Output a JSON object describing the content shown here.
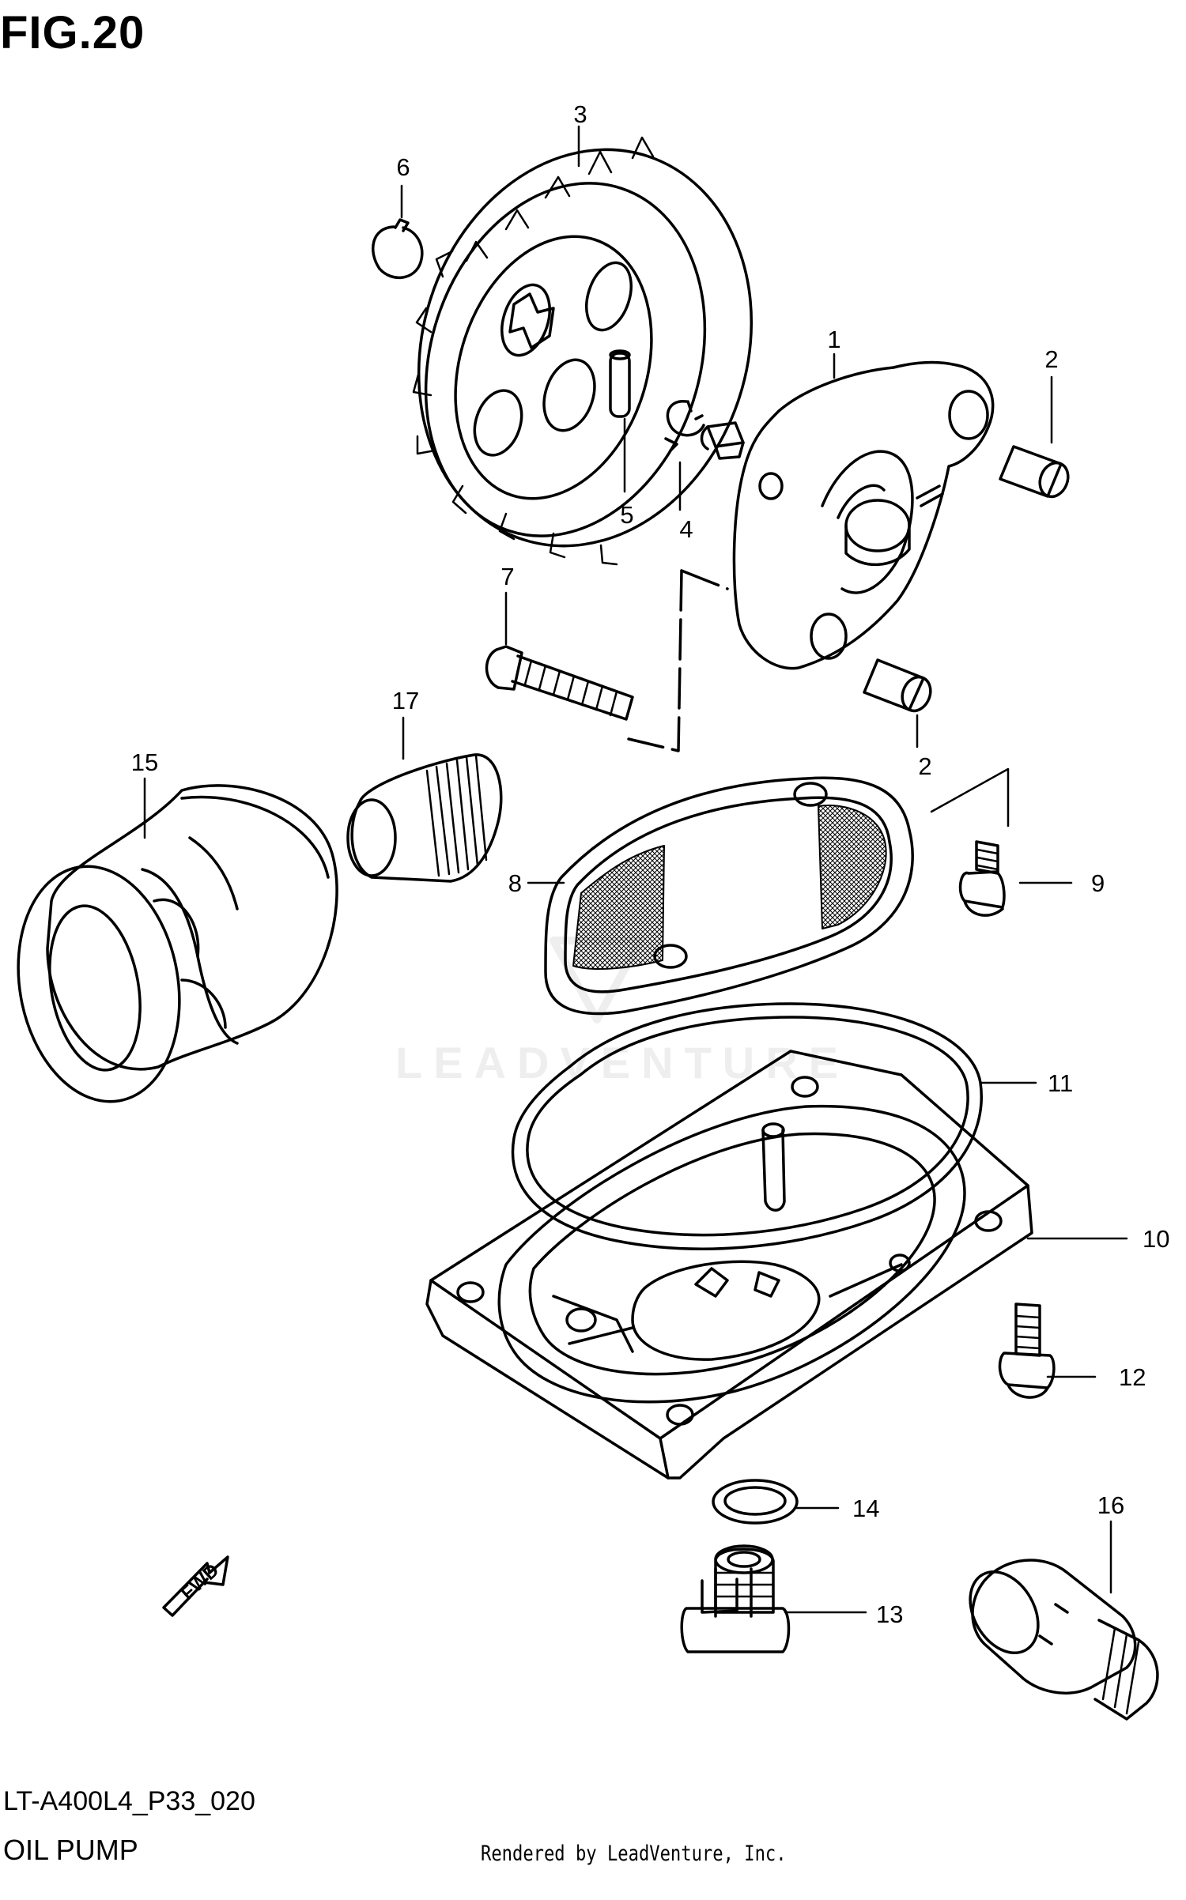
{
  "figure": {
    "title": "FIG.20",
    "model_code": "LT-A400L4_P33_020",
    "section": "OIL PUMP"
  },
  "footer": {
    "credit": "Rendered by LeadVenture, Inc."
  },
  "watermark": {
    "text": "LEADVENTURE"
  },
  "fwd_label": "FWD",
  "callouts": [
    {
      "id": "c1",
      "label": "1"
    },
    {
      "id": "c2a",
      "label": "2"
    },
    {
      "id": "c2b",
      "label": "2"
    },
    {
      "id": "c3",
      "label": "3"
    },
    {
      "id": "c4",
      "label": "4"
    },
    {
      "id": "c5",
      "label": "5"
    },
    {
      "id": "c6",
      "label": "6"
    },
    {
      "id": "c7",
      "label": "7"
    },
    {
      "id": "c8",
      "label": "8"
    },
    {
      "id": "c9",
      "label": "9"
    },
    {
      "id": "c10",
      "label": "10"
    },
    {
      "id": "c11",
      "label": "11"
    },
    {
      "id": "c12",
      "label": "12"
    },
    {
      "id": "c13",
      "label": "13"
    },
    {
      "id": "c14",
      "label": "14"
    },
    {
      "id": "c15",
      "label": "15"
    },
    {
      "id": "c16",
      "label": "16"
    },
    {
      "id": "c17",
      "label": "17"
    }
  ],
  "colors": {
    "line": "#000000",
    "background": "#ffffff",
    "watermark": "#eeeeee"
  }
}
